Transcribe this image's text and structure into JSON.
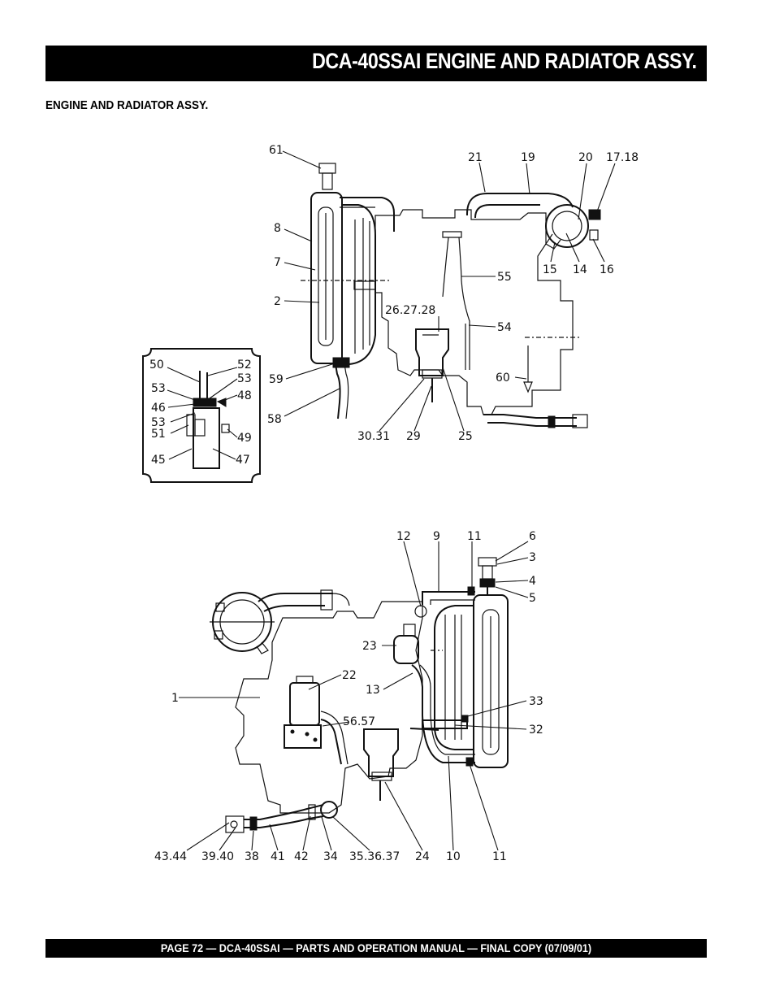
{
  "header": {
    "title": "DCA-40SSAI  ENGINE AND RADIATOR ASSY."
  },
  "section": {
    "heading": "ENGINE AND RADIATOR ASSY."
  },
  "footer": {
    "text": "PAGE 72 — DCA-40SSAI — PARTS AND OPERATION  MANUAL   — FINAL COPY  (07/09/01)"
  },
  "top_view": {
    "callouts": {
      "c61": "61",
      "c21": "21",
      "c19": "19",
      "c20": "20",
      "c1718": "17.18",
      "c8": "8",
      "c7": "7",
      "c2": "2",
      "c15": "15",
      "c14": "14",
      "c16": "16",
      "c55": "55",
      "c262728": "26.27.28",
      "c54": "54",
      "c60": "60",
      "c59": "59",
      "c58": "58",
      "c3031": "30.31",
      "c29": "29",
      "c25": "25"
    }
  },
  "inset_view": {
    "callouts": {
      "c50": "50",
      "c52": "52",
      "c53a": "53",
      "c53b": "53",
      "c46": "46",
      "c48": "48",
      "c53c": "53",
      "c51": "51",
      "c49": "49",
      "c45": "45",
      "c47": "47"
    }
  },
  "bottom_view": {
    "callouts": {
      "c12": "12",
      "c9": "9",
      "c11a": "11",
      "c6": "6",
      "c3": "3",
      "c4": "4",
      "c5": "5",
      "c23": "23",
      "c22": "22",
      "c1": "1",
      "c13": "13",
      "c33": "33",
      "c5657": "56.57",
      "c32": "32",
      "c4344": "43.44",
      "c3940": "39.40",
      "c38": "38",
      "c41": "41",
      "c42": "42",
      "c34": "34",
      "c353637": "35.36.37",
      "c24": "24",
      "c10": "10",
      "c11b": "11"
    }
  }
}
